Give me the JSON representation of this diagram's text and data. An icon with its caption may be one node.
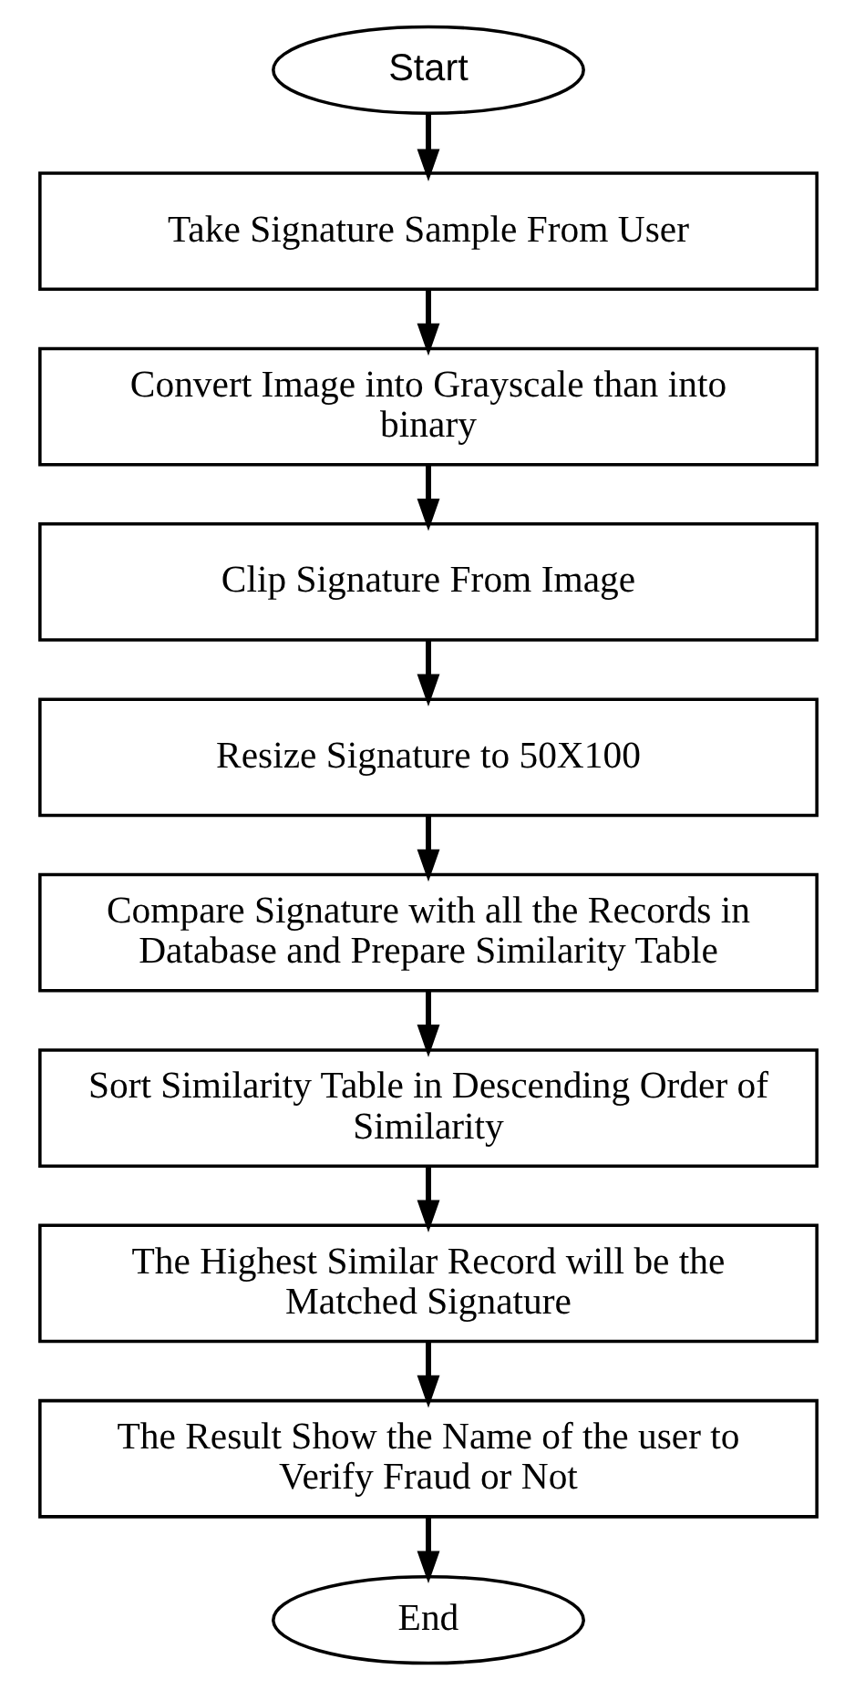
{
  "diagram": {
    "nodes": [
      {
        "text": [
          "Start"
        ]
      },
      {
        "text": [
          "Take Signature Sample From User"
        ]
      },
      {
        "text": [
          "Convert Image into Grayscale than into binary"
        ]
      },
      {
        "text": [
          "Clip Signature From Image"
        ]
      },
      {
        "text": [
          "Resize Signature to 50X100"
        ]
      },
      {
        "text": [
          "Compare Signature with all the Records in Database and Prepare Similarity Table"
        ]
      },
      {
        "text": [
          "Sort Similarity Table in Descending Order of Similarity"
        ]
      },
      {
        "text": [
          "The Highest Similar Record will be the Matched Signature"
        ]
      },
      {
        "text": [
          "The Result Show the Name of the user to Verify Fraud or Not"
        ]
      },
      {
        "text": [
          "End"
        ]
      }
    ],
    "edges": [
      {
        "from": 0,
        "to": 1,
        "arrow": "to"
      },
      {
        "from": 1,
        "to": 2,
        "arrow": "to"
      },
      {
        "from": 2,
        "to": 3,
        "arrow": "to"
      },
      {
        "from": 3,
        "to": 4,
        "arrow": "to"
      },
      {
        "from": 4,
        "to": 5,
        "arrow": "to"
      },
      {
        "from": 5,
        "to": 6,
        "arrow": "to"
      },
      {
        "from": 6,
        "to": 7,
        "arrow": "to"
      },
      {
        "from": 7,
        "to": 8,
        "arrow": "to"
      },
      {
        "from": 8,
        "to": 9,
        "arrow": "to"
      }
    ]
  }
}
